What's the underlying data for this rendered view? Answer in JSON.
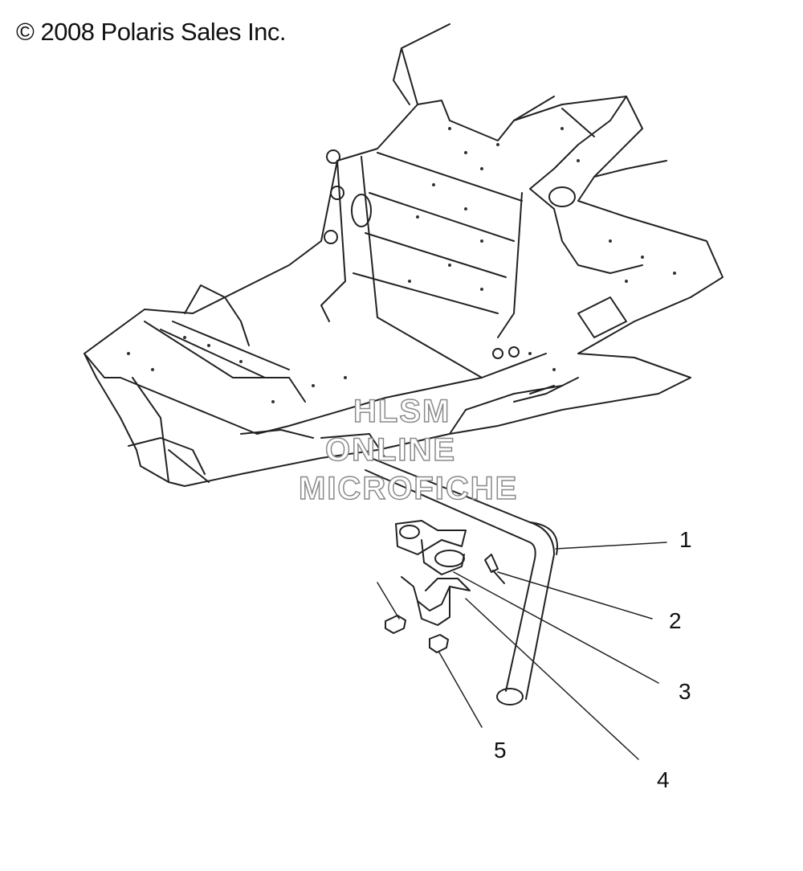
{
  "copyright": {
    "symbol": "©",
    "text": "2008 Polaris Sales Inc."
  },
  "watermark": {
    "line1": "HLSM",
    "line2": "ONLINE",
    "line3": "MICROFICHE"
  },
  "callouts": [
    "1",
    "2",
    "3",
    "4",
    "5"
  ],
  "colors": {
    "line": "#222222",
    "watermark_outline": "#8a8a8a",
    "background": "#ffffff"
  }
}
